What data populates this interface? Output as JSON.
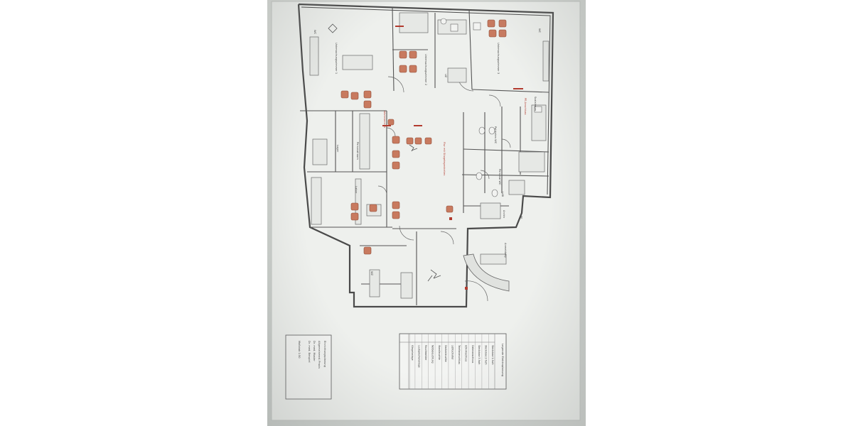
{
  "rooms": {
    "wc": "WC",
    "untersuchung_1": "Untersuchungszimmer 1",
    "untersuchung_2": "Untersuchungszimmer 2",
    "untersuchung_3": "Untersuchungszimmer 3",
    "sozialraum": "Sozialraum",
    "labor": "Labor",
    "funktion": "Funktionsdiagnostik",
    "personal": "Personalraum",
    "lager": "Lager",
    "anmeldung": "Anmeldung",
    "wartezimmer": "Wartezimmer",
    "archiv": "Archiv",
    "patienten_wc": "Patienten WC",
    "personal_wc": "Personal WC",
    "flur_label": "Flur mit Sitzgelegenheiten",
    "wartebereich_label": "Wartebereich",
    "pe_label": "PE-Anschluss",
    "dim_wc": "WC",
    "dim_uz": "UZ",
    "dim_wz": "WZ",
    "dim_pe": "PE",
    "dim_lab": "LAB"
  },
  "title_block": {
    "lines": [
      "Einrichtungsplanung",
      "Allgemeinmed. Praxis",
      "Dr. med. Muster",
      "Dr. med. Beispiel",
      "Maßstab 1:50"
    ]
  },
  "legend": {
    "title": "Legende Elektroplanung",
    "rows": [
      "Steckdose 1-fach",
      "Steckdose 2-fach",
      "Steckdose 3-fach",
      "Datenanschluss",
      "EDV-Anschluss",
      "Telefonanschluss",
      "Lichtschalter",
      "Deckenleuchte",
      "Wandleuchte",
      "Notbeleuchtung",
      "Rauchmelder",
      "Lautsprecheranlage",
      "Klingelanlage"
    ]
  }
}
